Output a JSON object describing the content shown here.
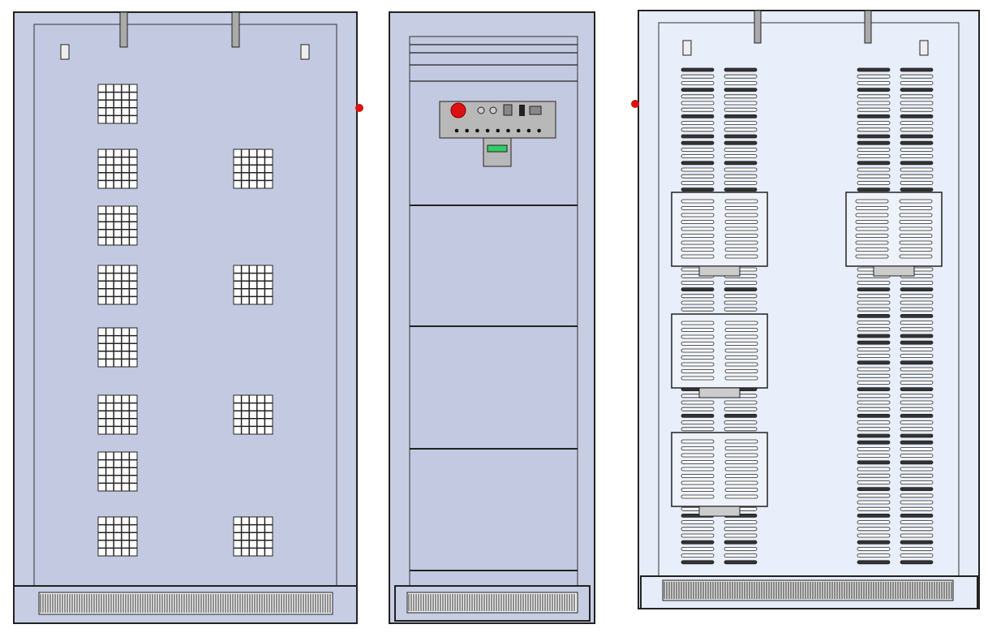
{
  "colors": {
    "cabinet": "#c7cde3",
    "cabinet_right": "#e6ecf8",
    "stroke": "#222222",
    "emergency_button": "#dd1111",
    "display": "#33cc66",
    "panel": "#b8b8b8"
  },
  "views": [
    {
      "name": "front-view",
      "grille_rows": 8,
      "grille_right_rows": 4
    },
    {
      "name": "side-view",
      "indicator_leds": 9
    },
    {
      "name": "rear-view",
      "louver_columns": 4,
      "fan_panels": 4
    }
  ]
}
